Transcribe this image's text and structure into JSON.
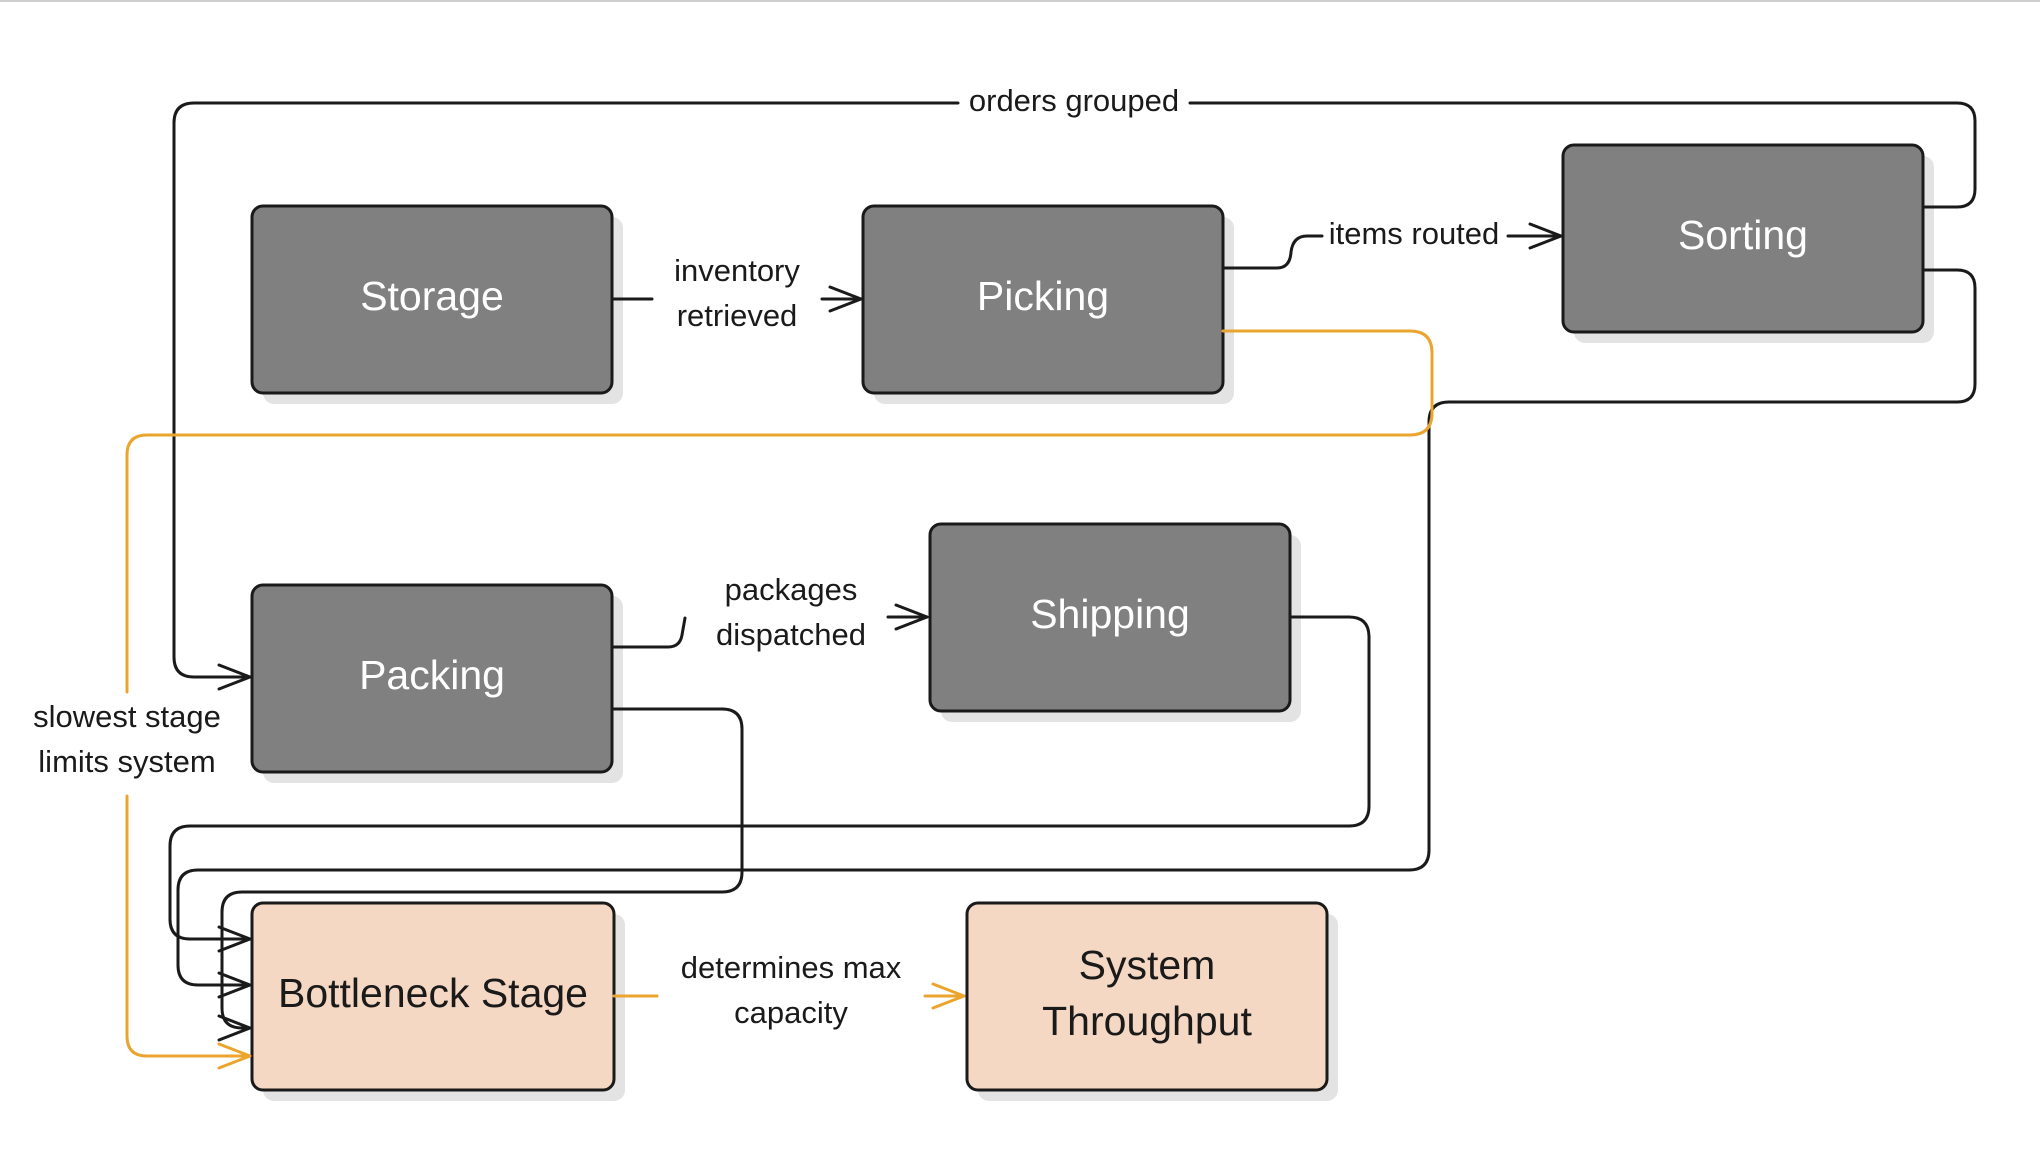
{
  "colors": {
    "process_fill": "#808080",
    "process_text": "#ffffff",
    "outcome_fill": "#f5d8c3",
    "outcome_text": "#1a1a1a",
    "border": "#1a1a1a",
    "shadow": "#e3e3e3",
    "edge_dark": "#1a1a1a",
    "edge_accent": "#eba52f",
    "top_rule": "#cfcfcf"
  },
  "nodes": {
    "storage": {
      "label": "Storage"
    },
    "picking": {
      "label": "Picking"
    },
    "sorting": {
      "label": "Sorting"
    },
    "packing": {
      "label": "Packing"
    },
    "shipping": {
      "label": "Shipping"
    },
    "bottleneck": {
      "label": "Bottleneck Stage"
    },
    "throughput": {
      "line1": "System",
      "line2": "Throughput"
    }
  },
  "edges": {
    "storage_picking": {
      "line1": "inventory",
      "line2": "retrieved"
    },
    "picking_sorting": {
      "label": "items routed"
    },
    "sorting_packing": {
      "label": "orders grouped"
    },
    "packing_shipping": {
      "line1": "packages",
      "line2": "dispatched"
    },
    "bottleneck_throughput": {
      "line1": "determines max",
      "line2": "capacity"
    },
    "slowest_stage": {
      "line1": "slowest stage",
      "line2": "limits system"
    }
  }
}
